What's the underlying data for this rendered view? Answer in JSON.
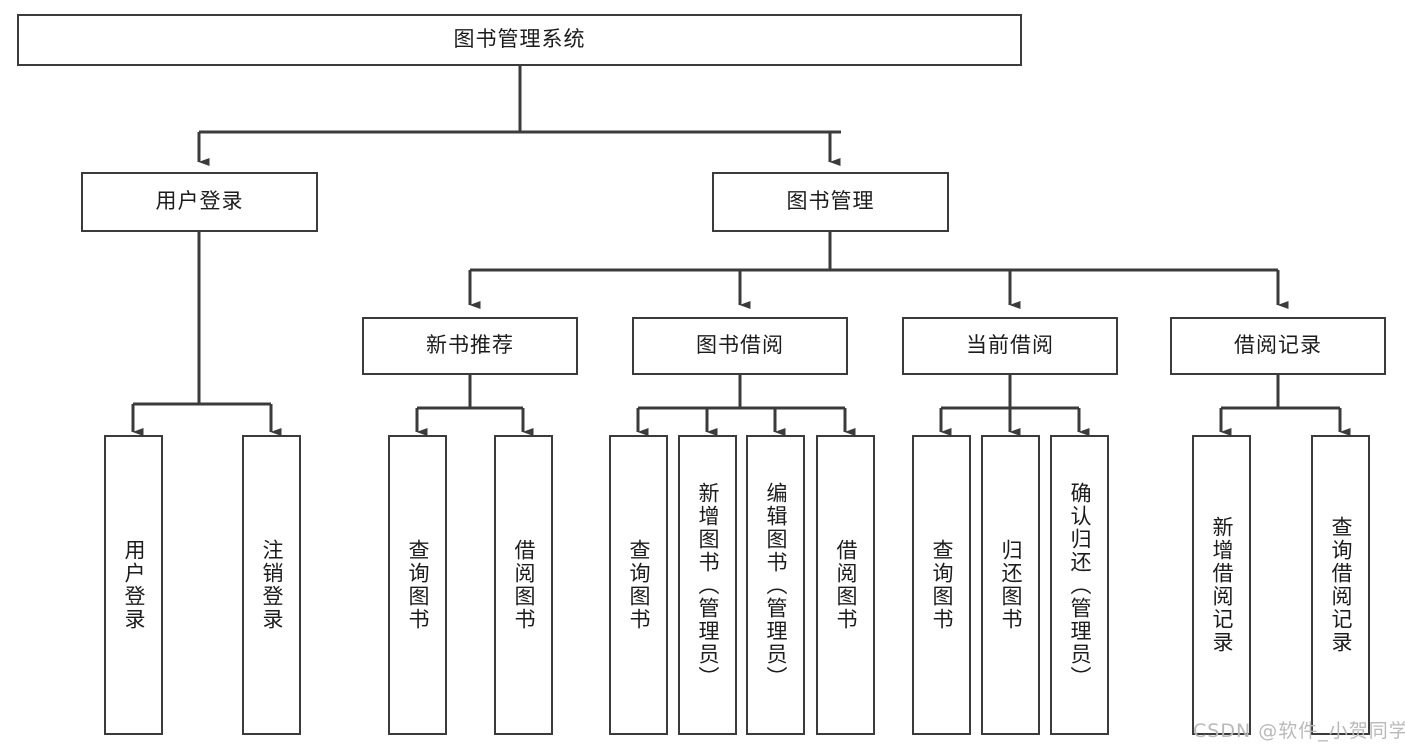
{
  "diagram": {
    "title": "图书管理系统",
    "type": "tree",
    "stroke_color": "#3b3b3b",
    "text_color": "#1c1c1c",
    "background": "#ffffff",
    "levels": {
      "root": {
        "label": "图书管理系统"
      },
      "level2": [
        {
          "id": "user-login",
          "label": "用户登录"
        },
        {
          "id": "book-manage",
          "label": "图书管理"
        }
      ],
      "level3": [
        {
          "id": "new-book-recommend",
          "label": "新书推荐",
          "parent": "book-manage"
        },
        {
          "id": "book-borrow",
          "label": "图书借阅",
          "parent": "book-manage"
        },
        {
          "id": "current-borrow",
          "label": "当前借阅",
          "parent": "book-manage"
        },
        {
          "id": "borrow-record",
          "label": "借阅记录",
          "parent": "book-manage"
        }
      ],
      "leaves": [
        {
          "id": "leaf-user-login",
          "label": "用户登录",
          "parent": "user-login"
        },
        {
          "id": "leaf-logout-login",
          "label": "注销登录",
          "parent": "user-login"
        },
        {
          "id": "leaf-query-book-1",
          "label": "查询图书",
          "parent": "new-book-recommend"
        },
        {
          "id": "leaf-borrow-book-1",
          "label": "借阅图书",
          "parent": "new-book-recommend"
        },
        {
          "id": "leaf-query-book-2",
          "label": "查询图书",
          "parent": "book-borrow"
        },
        {
          "id": "leaf-add-book",
          "label": "新增图书（管理员）",
          "parent": "book-borrow"
        },
        {
          "id": "leaf-edit-book",
          "label": "编辑图书（管理员）",
          "parent": "book-borrow"
        },
        {
          "id": "leaf-borrow-book-2",
          "label": "借阅图书",
          "parent": "book-borrow"
        },
        {
          "id": "leaf-query-book-3",
          "label": "查询图书",
          "parent": "current-borrow"
        },
        {
          "id": "leaf-return-book",
          "label": "归还图书",
          "parent": "current-borrow"
        },
        {
          "id": "leaf-confirm-return",
          "label": "确认归还（管理员）",
          "parent": "current-borrow"
        },
        {
          "id": "leaf-add-record",
          "label": "新增借阅记录",
          "parent": "borrow-record"
        },
        {
          "id": "leaf-query-record",
          "label": "查询借阅记录",
          "parent": "borrow-record"
        }
      ]
    }
  },
  "watermark": {
    "text": "CSDN @软件_小贺同学"
  }
}
